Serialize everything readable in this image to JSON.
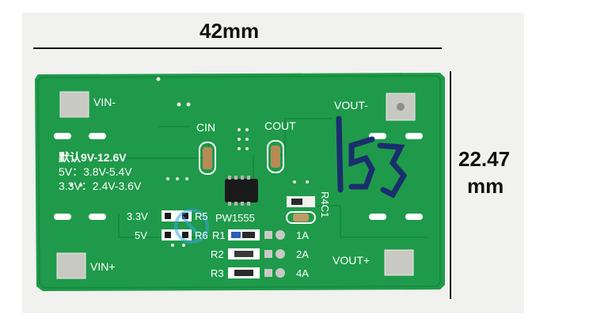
{
  "dimensions": {
    "width_label": "42mm",
    "height_label_line1": "22.47",
    "height_label_line2": "mm"
  },
  "silkscreen": {
    "vin_minus": "VIN-",
    "vin_plus": "VIN+",
    "vout_minus": "VOUT-",
    "vout_plus": "VOUT+",
    "cin": "CIN",
    "cout": "COUT",
    "default_range": "默认9V-12.6V",
    "range_5v": "5V：3.8V-5.4V",
    "range_33v": "3.3V：2.4V-3.6V",
    "opt_33v": "3.3V",
    "opt_5v": "5V",
    "r5": "R5",
    "r6": "R6",
    "r1": "R1",
    "r2": "R2",
    "r3": "R3",
    "r4c1": "R4C1",
    "chip": "PW1555",
    "cur_1a": "1A",
    "cur_2a": "2A",
    "cur_4a": "4A",
    "handwritten": "153"
  },
  "colors": {
    "pcb": "#1f9a4a",
    "pcb_dark": "#178a3f",
    "silk": "#ffffff",
    "pad": "#c9c9c4",
    "ink": "#1a2e6e",
    "watermark": "#3aa6e8"
  }
}
